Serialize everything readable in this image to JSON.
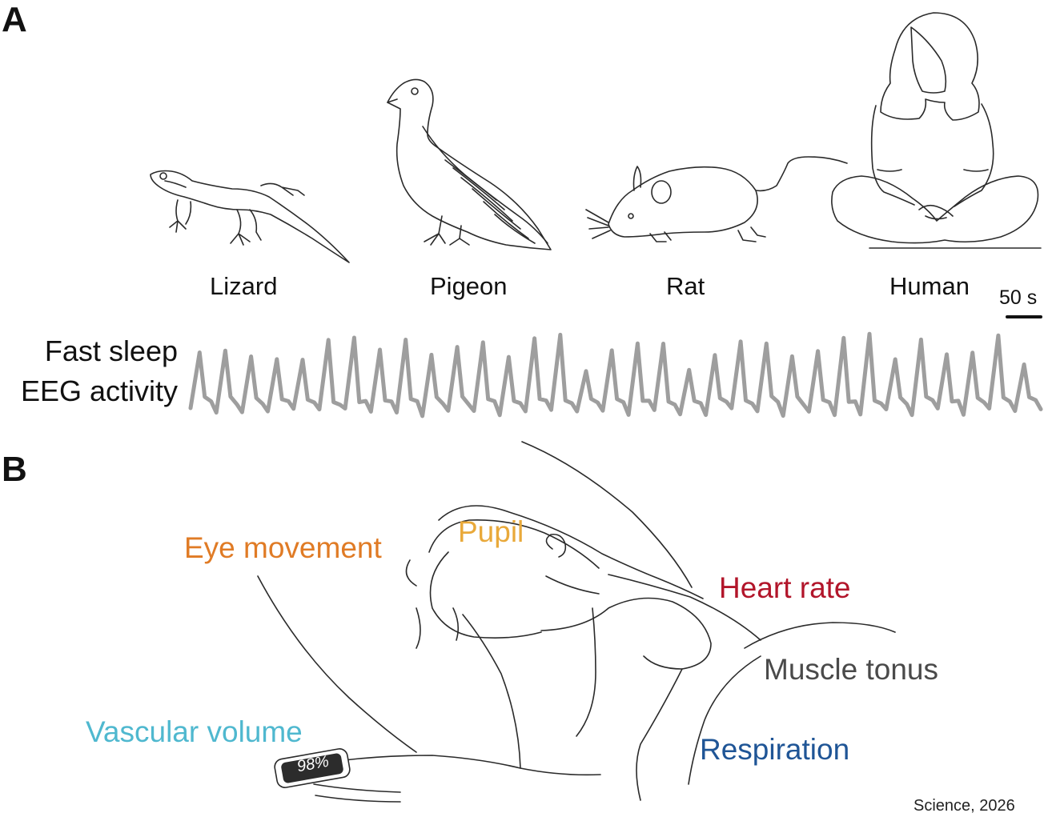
{
  "panels": {
    "a_letter": "A",
    "b_letter": "B"
  },
  "species": [
    {
      "id": "lizard",
      "label": "Lizard"
    },
    {
      "id": "pigeon",
      "label": "Pigeon"
    },
    {
      "id": "rat",
      "label": "Rat"
    },
    {
      "id": "human",
      "label": "Human"
    }
  ],
  "scale_bar": {
    "label": "50 s"
  },
  "eeg": {
    "label_line1": "Fast sleep",
    "label_line2": "EEG activity",
    "trace_color": "#9e9e9e",
    "peak_count": 33
  },
  "physiology_labels": {
    "eye_movement": {
      "text": "Eye movement",
      "color": "#e07b25"
    },
    "pupil": {
      "text": "Pupil",
      "color": "#e9a93a"
    },
    "heart_rate": {
      "text": "Heart rate",
      "color": "#b2152a"
    },
    "muscle_tonus": {
      "text": "Muscle tonus",
      "color": "#4a4a4a"
    },
    "vascular_volume": {
      "text": "Vascular volume",
      "color": "#4fb8cf"
    },
    "respiration": {
      "text": "Respiration",
      "color": "#1f5596"
    }
  },
  "oximeter": {
    "reading": "98%"
  },
  "credit": "Science, 2026"
}
